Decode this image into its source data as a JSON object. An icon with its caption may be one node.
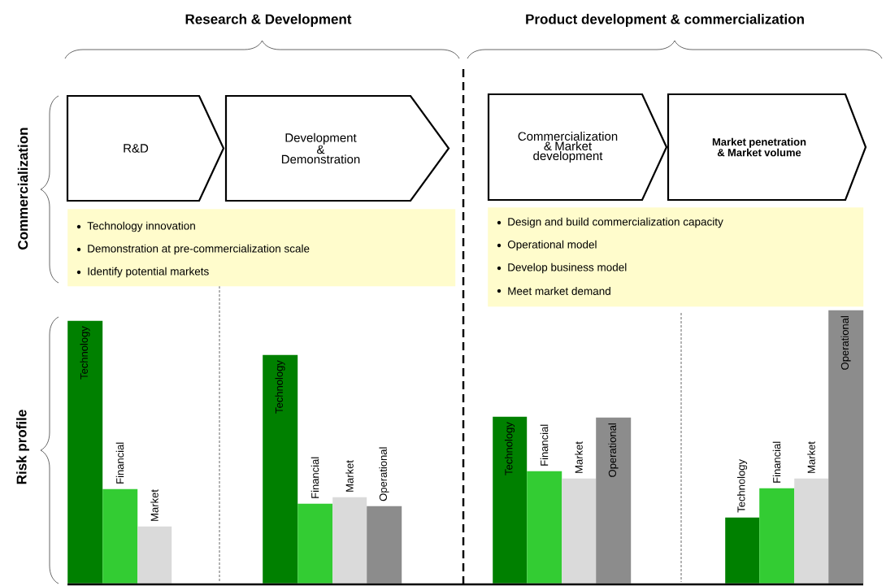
{
  "diagram": {
    "nodes": [
      {
        "text": [
          "R&D"
        ]
      },
      {
        "text": [
          "Development & Demonstration"
        ]
      },
      {
        "text": [
          "Commercialization & Market development"
        ]
      },
      {
        "text": [
          "Market penetration & Market volume"
        ]
      },
      {
        "text": [
          "Technology innovation",
          "Demonstration at pre-commercialization scale",
          "Identify potential markets"
        ]
      },
      {
        "text": [
          "Design and build commercialization capacity",
          "Operational model",
          "Develop business model",
          "Meet market demand"
        ]
      },
      {
        "text": [
          "Technology"
        ]
      },
      {
        "text": [
          "Financial"
        ]
      },
      {
        "text": [
          "Market"
        ]
      },
      {
        "text": [
          "Technology"
        ]
      },
      {
        "text": [
          "Financial"
        ]
      },
      {
        "text": [
          "Market"
        ]
      },
      {
        "text": [
          "Operational"
        ]
      },
      {
        "text": [
          "Technology"
        ]
      },
      {
        "text": [
          "Financial"
        ]
      },
      {
        "text": [
          "Market"
        ]
      },
      {
        "text": [
          "Operational"
        ]
      },
      {
        "text": [
          "Technology"
        ]
      },
      {
        "text": [
          "Financial"
        ]
      },
      {
        "text": [
          "Market"
        ]
      },
      {
        "text": [
          "Operational"
        ]
      }
    ],
    "labels": [
      "Research & Development",
      "Product development & commercialization",
      "Commercialization",
      "Risk profile"
    ]
  }
}
